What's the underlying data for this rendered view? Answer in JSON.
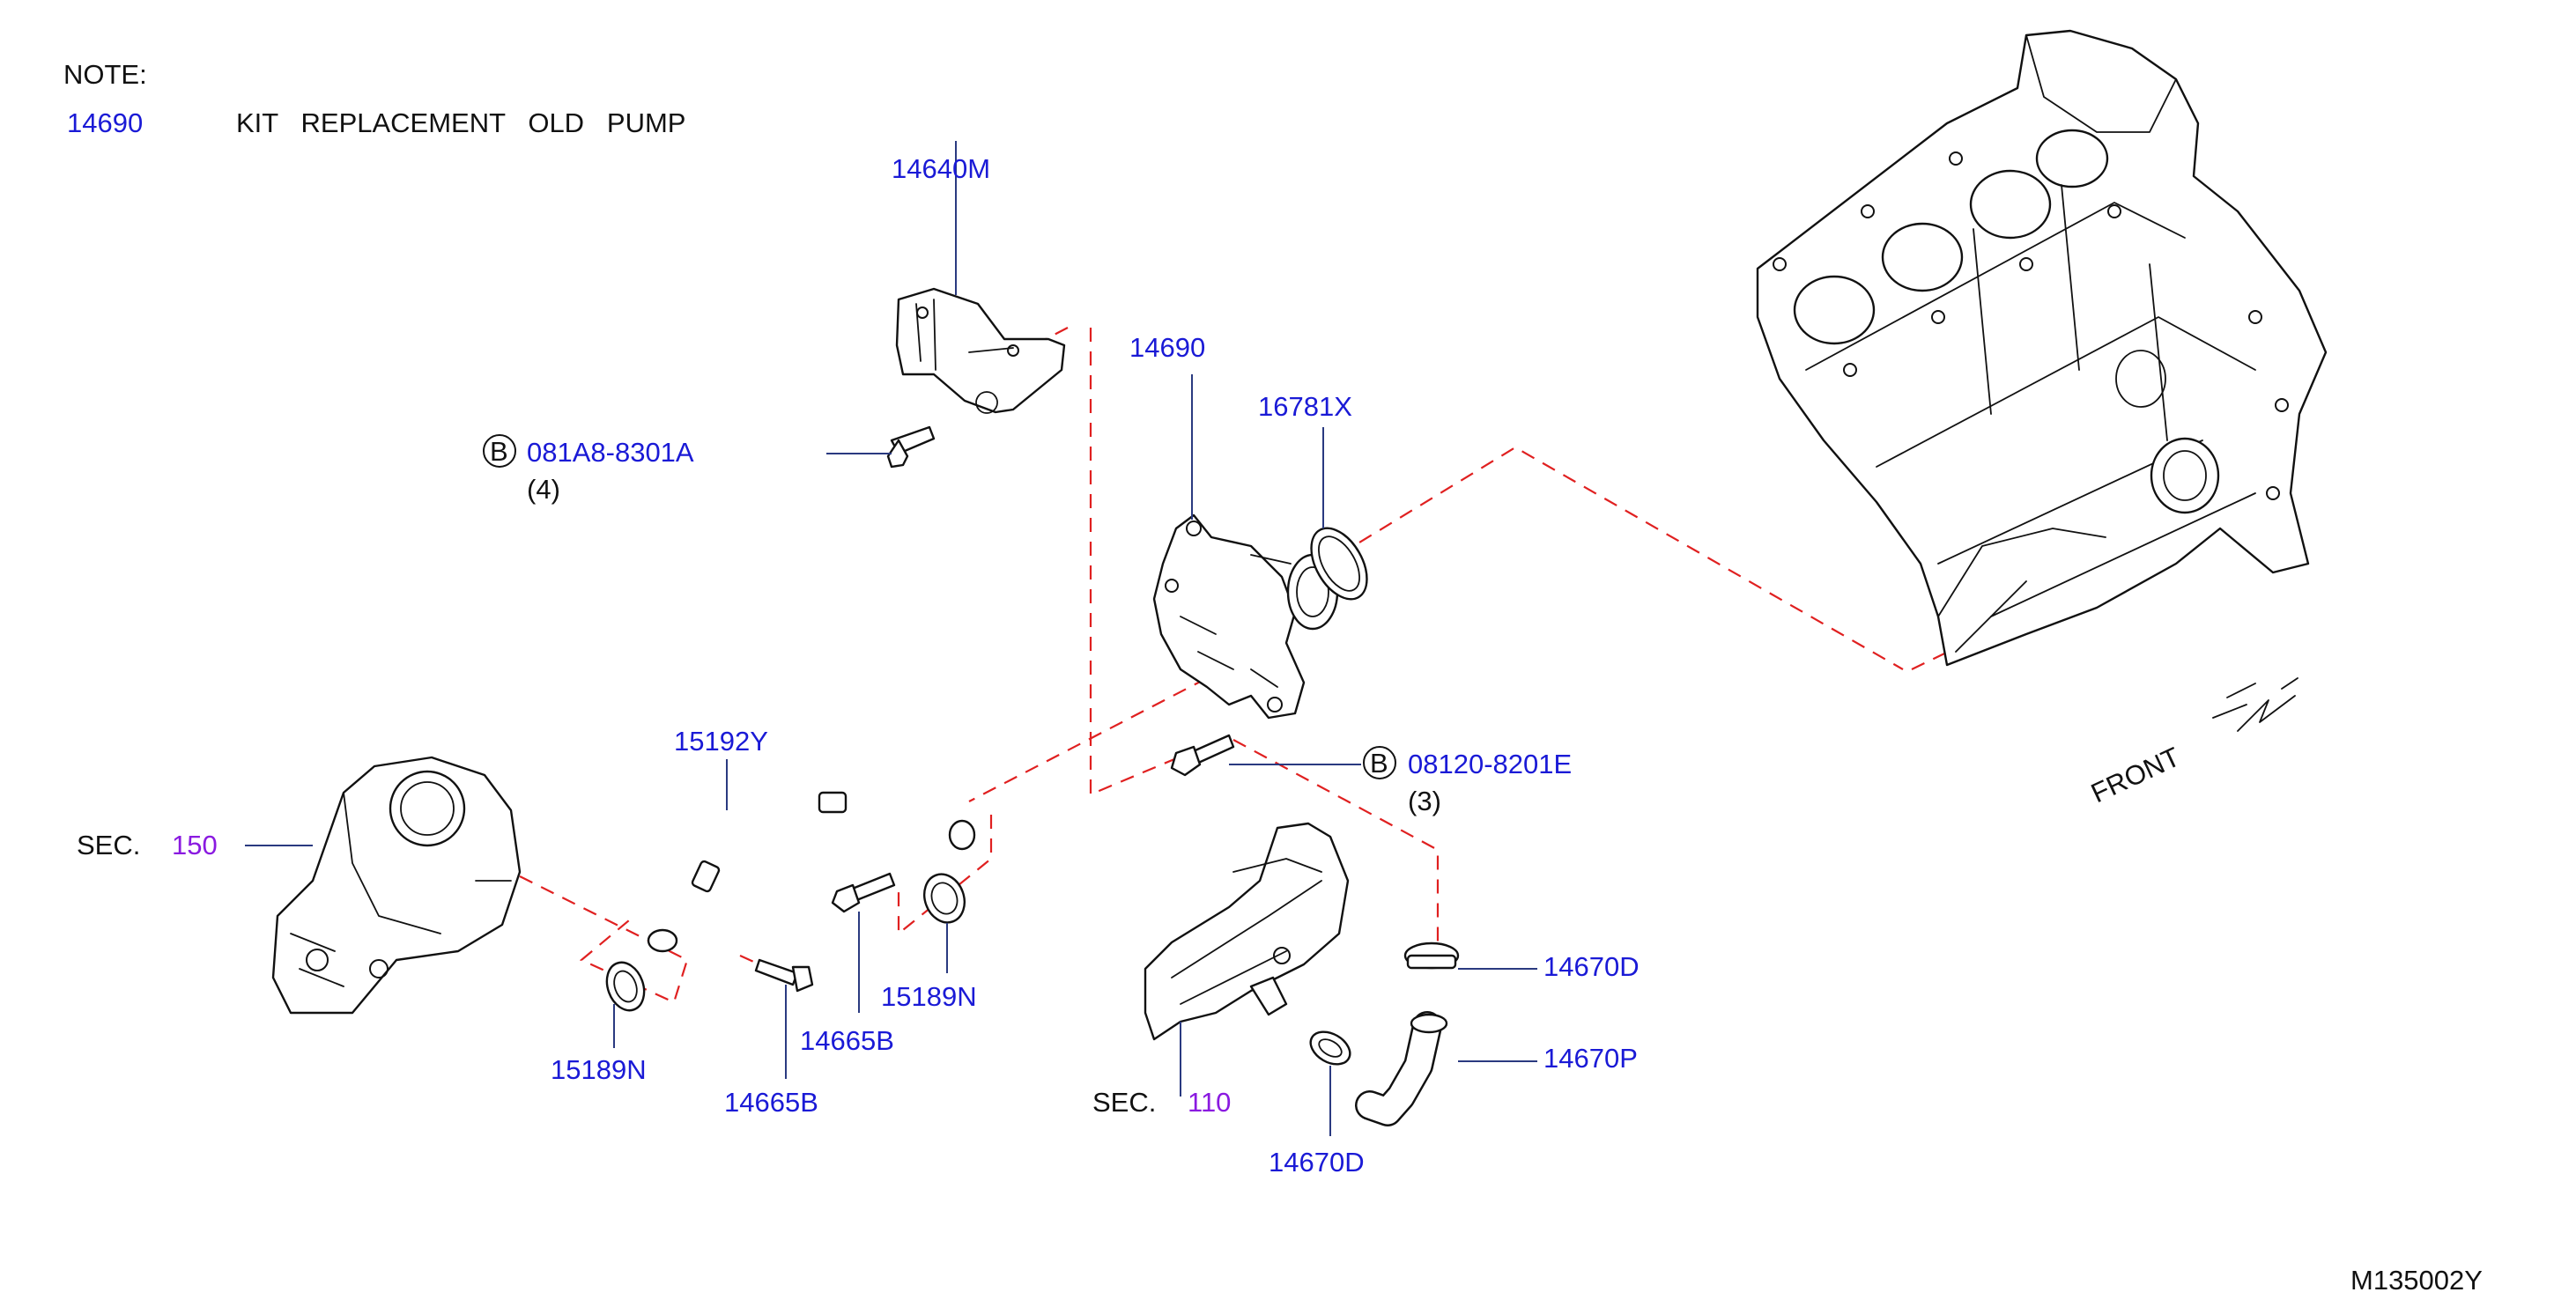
{
  "note": {
    "heading": "NOTE:",
    "part_no": "14690",
    "description": "KIT   REPLACEMENT   OLD   PUMP"
  },
  "callouts": {
    "p14640M": "14640M",
    "bolt_a_code": "081A8-8301A",
    "bolt_a_qty": "(4)",
    "bolt_b_code": "08120-8201E",
    "bolt_b_qty": "(3)",
    "bolt_symbol": "B",
    "p14690": "14690",
    "p16781X": "16781X",
    "p15192Y": "15192Y",
    "sec_word": "SEC.",
    "sec150": "150",
    "sec110": "110",
    "p15189N_a": "15189N",
    "p15189N_b": "15189N",
    "p14665B_a": "14665B",
    "p14665B_b": "14665B",
    "p14670D_a": "14670D",
    "p14670D_b": "14670D",
    "p14670P": "14670P",
    "front": "FRONT",
    "drawing_id": "M135002Y"
  },
  "colors": {
    "part_number": "#1a1ad6",
    "section_ref": "#8a1ae0",
    "hidden_line": "#e02020",
    "leader": "#2a3a80"
  }
}
